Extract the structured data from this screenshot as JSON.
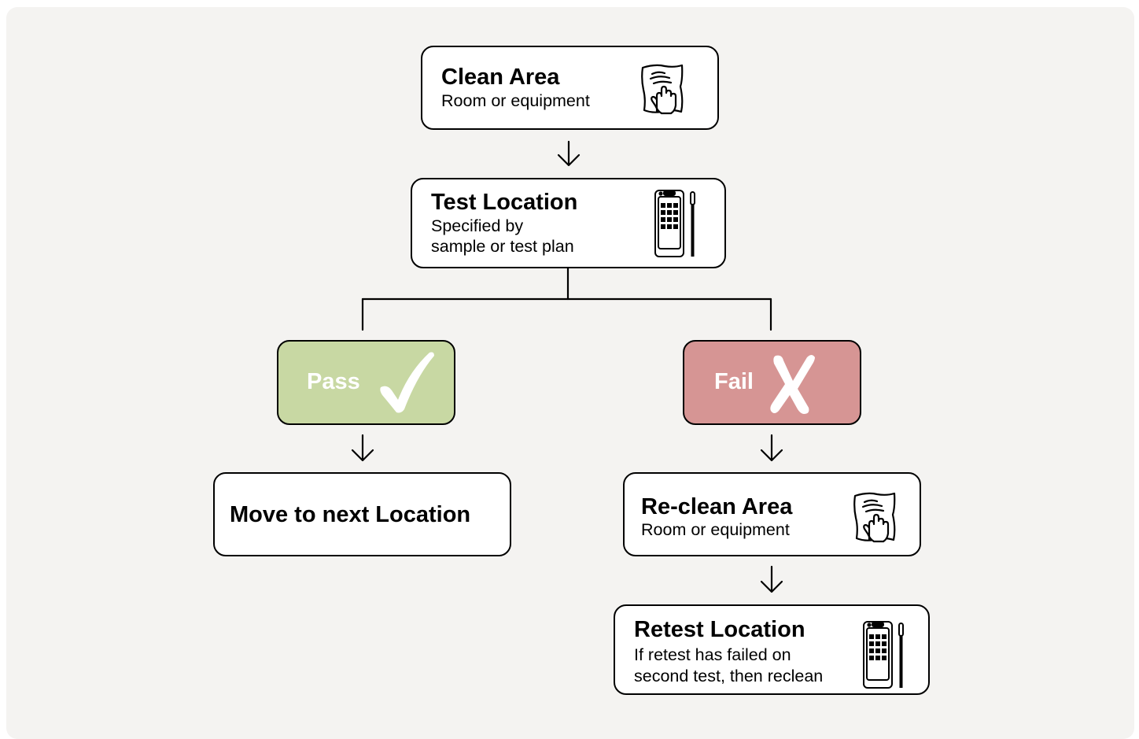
{
  "colors": {
    "background": "#f4f3f1",
    "pass_fill": "#c8d8a3",
    "fail_fill": "#d69594",
    "border": "#000000",
    "box_fill": "#ffffff"
  },
  "nodes": {
    "clean_area": {
      "title": "Clean Area",
      "subtitle": [
        "Room or equipment"
      ],
      "icon": "cleaning-cloth-icon"
    },
    "test_location": {
      "title": "Test Location",
      "subtitle": [
        "Specified by",
        "sample or test plan"
      ],
      "icon": "test-device-icon"
    },
    "pass": {
      "label": "Pass",
      "icon": "checkmark-icon"
    },
    "fail": {
      "label": "Fail",
      "icon": "cross-icon"
    },
    "move_next": {
      "title": "Move to next Location"
    },
    "reclean_area": {
      "title": "Re-clean Area",
      "subtitle": [
        "Room or equipment"
      ],
      "icon": "cleaning-cloth-icon"
    },
    "retest_location": {
      "title": "Retest Location",
      "subtitle": [
        "If retest has failed on",
        "second test, then reclean"
      ],
      "icon": "test-device-icon"
    }
  }
}
